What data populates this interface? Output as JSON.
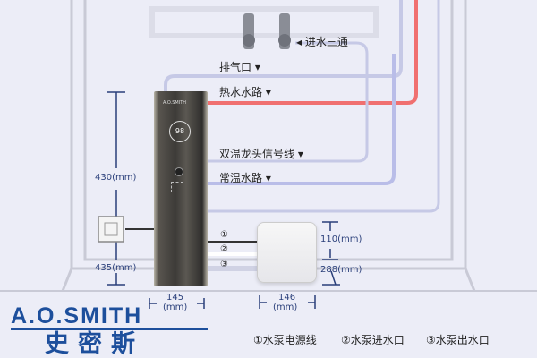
{
  "labels": {
    "inlet_tee": "◂ 进水三通",
    "vent": "排气口 ▾",
    "hot_water": "热水水路 ▾",
    "signal_line": "双温龙头信号线 ▾",
    "normal_water": "常温水路 ▾"
  },
  "product": {
    "brand_small": "A.O.SMITH",
    "display_temp": "98"
  },
  "dimensions": {
    "height_430": "430(mm)",
    "height_435": "435(mm)",
    "width_145": "145",
    "width_145_unit": "(mm)",
    "pump_110": "110(mm)",
    "pump_288": "288(mm)",
    "pump_width_146": "146",
    "pump_width_unit": "(mm)"
  },
  "pipe_markers": [
    "①",
    "②",
    "③"
  ],
  "legend": [
    "①水泵电源线",
    "②水泵进水口",
    "③水泵出水口"
  ],
  "logo": {
    "en": "A.O.SMITH",
    "cn": "史密斯"
  },
  "colors": {
    "brand": "#1d4f9c",
    "hot_pipe": "#f07070",
    "cold_pipe": "#b9bde8"
  }
}
